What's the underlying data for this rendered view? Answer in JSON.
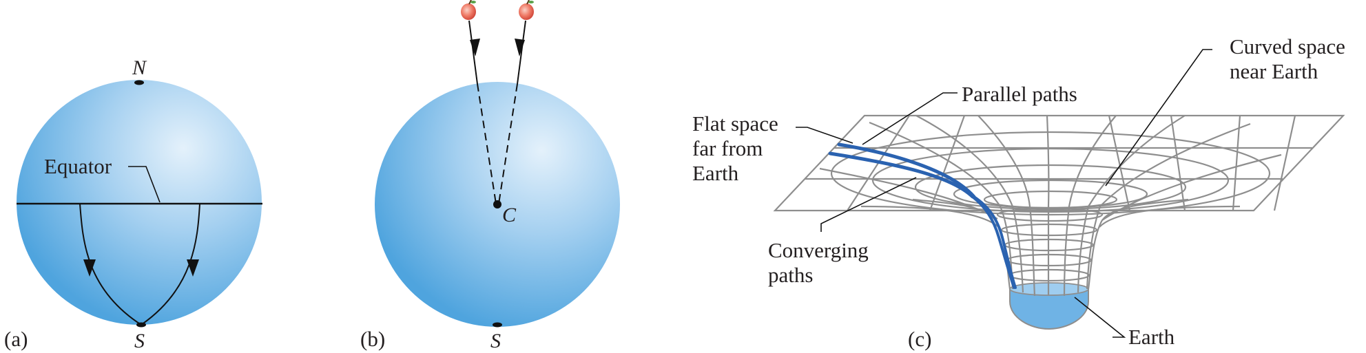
{
  "panel_a": {
    "caption": "(a)",
    "north_label": "N",
    "south_label": "S",
    "equator_label": "Equator"
  },
  "panel_b": {
    "caption": "(b)",
    "center_label": "C",
    "south_label": "S"
  },
  "panel_c": {
    "caption": "(c)",
    "parallel_paths_label": "Parallel paths",
    "curved_space_label": [
      "Curved space",
      "near Earth"
    ],
    "flat_space_label": [
      "Flat space",
      "far from",
      "Earth"
    ],
    "converging_label": [
      "Converging",
      "paths"
    ],
    "earth_label": "Earth"
  },
  "colors": {
    "sphere_light": "#dcecf9",
    "sphere_mid": "#8cc4ec",
    "sphere_dark": "#4fa4de",
    "path_blue": "#2a62b0",
    "grid_gray": "#8e8e8e",
    "earth_water": "#6fb3e5",
    "apple_red": "#e2574c"
  }
}
